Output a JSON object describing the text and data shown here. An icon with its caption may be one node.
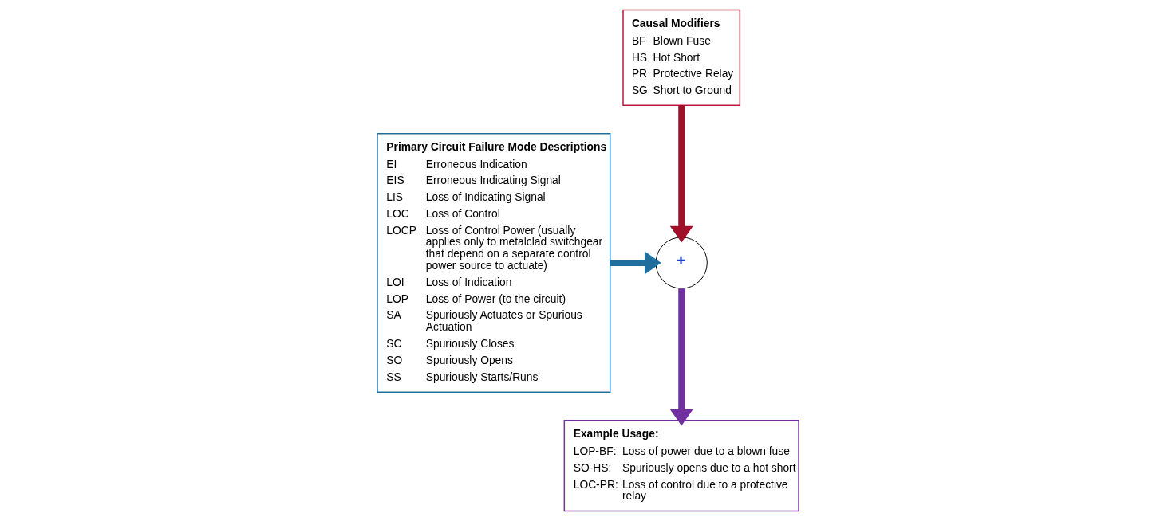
{
  "diagram": {
    "nodes": [
      {
        "text": [
          "Primary Circuit Failure Mode Descriptions",
          "EI",
          "Erroneous Indication",
          "EIS",
          "Erroneous Indicating Signal",
          "LIS",
          "Loss of Indicating Signal",
          "LOC",
          "Loss of Control",
          "LOCP",
          "Loss of Control Power (usually applies only to metalclad switchgear that depend on a separate control power source to actuate)",
          "LOI",
          "Loss of Indication",
          "LOP",
          "Loss of Power (to the circuit)",
          "SA",
          "Spuriously Actuates or Spurious Actuation",
          "SC",
          "Spuriously Closes",
          "SO",
          "Spuriously Opens",
          "SS",
          "Spuriously Starts/Runs"
        ]
      },
      {
        "text": [
          "Causal Modifiers",
          "BF",
          "Blown Fuse",
          "HS",
          "Hot Short",
          "PR",
          "Protective Relay",
          "SG",
          "Short to Ground"
        ]
      },
      {
        "text": [
          "+"
        ]
      },
      {
        "text": [
          "Example Usage:",
          "LOP-BF:",
          "Loss of power due to a blown fuse",
          "SO-HS:",
          "Spuriously opens due to a hot short",
          "LOC-PR:",
          "Loss of control due to a protective relay"
        ]
      }
    ],
    "edges": [
      {
        "from": 0,
        "to": 2,
        "arrow": "to",
        "color": "#1f6e9c"
      },
      {
        "from": 1,
        "to": 2,
        "arrow": "to",
        "color": "#a0102a"
      },
      {
        "from": 2,
        "to": 3,
        "arrow": "to",
        "color": "#7030a0"
      }
    ]
  }
}
